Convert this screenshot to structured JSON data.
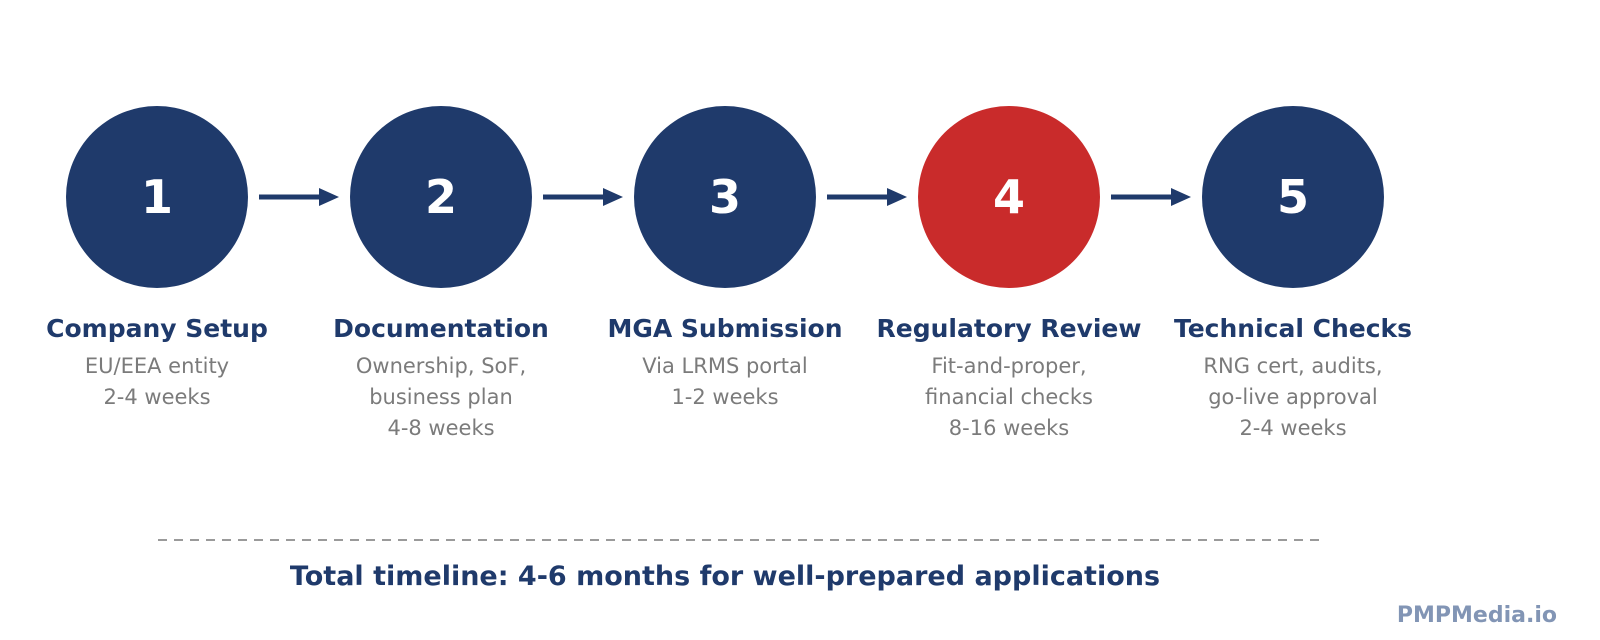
{
  "colors": {
    "navy": "#1F3A6B",
    "red": "#C92B2B",
    "gray_text": "#7B7B7B",
    "dash": "#9A9A9A",
    "watermark": "#8295B5"
  },
  "steps": [
    {
      "number": "1",
      "title": "Company Setup",
      "lines": [
        "EU/EEA entity",
        "2-4 weeks"
      ],
      "circle_color": "#1F3A6B"
    },
    {
      "number": "2",
      "title": "Documentation",
      "lines": [
        "Ownership, SoF,",
        "business plan",
        "4-8 weeks"
      ],
      "circle_color": "#1F3A6B"
    },
    {
      "number": "3",
      "title": "MGA Submission",
      "lines": [
        "Via LRMS portal",
        "1-2 weeks"
      ],
      "circle_color": "#1F3A6B"
    },
    {
      "number": "4",
      "title": "Regulatory Review",
      "lines": [
        "Fit-and-proper,",
        "financial checks",
        "8-16 weeks"
      ],
      "circle_color": "#C92B2B"
    },
    {
      "number": "5",
      "title": "Technical Checks",
      "lines": [
        "RNG cert, audits,",
        "go-live approval",
        "2-4 weeks"
      ],
      "circle_color": "#1F3A6B"
    }
  ],
  "summary": {
    "text": "Total timeline: 4-6 months for well-prepared applications"
  },
  "watermark": {
    "text": "PMPMedia.io"
  }
}
